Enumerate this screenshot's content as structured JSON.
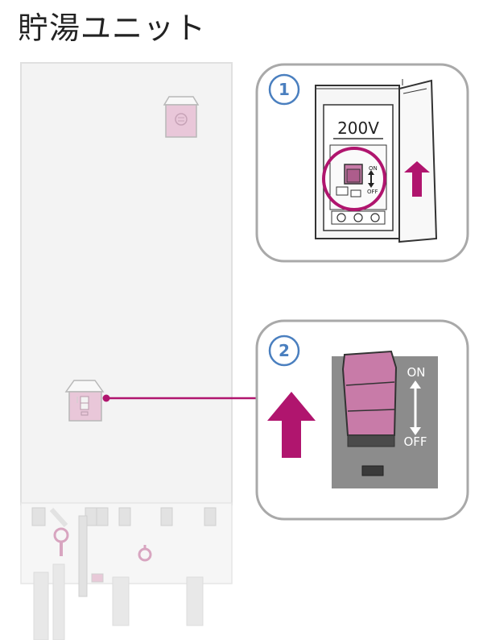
{
  "title": "貯湯ユニット",
  "callout1": {
    "number": "1",
    "voltage_label": "200V",
    "switch_on": "ON",
    "switch_off": "OFF"
  },
  "callout2": {
    "number": "2",
    "switch_on": "ON",
    "switch_off": "OFF"
  },
  "colors": {
    "unit_body": "#f2f2f2",
    "unit_outline": "#e0e0e0",
    "accent_magenta": "#b0156e",
    "switch_pink": "#c87ba8",
    "callout_border": "#a9a9a9",
    "badge_blue": "#4a7fbf",
    "panel_gray": "#8c8c8c"
  }
}
